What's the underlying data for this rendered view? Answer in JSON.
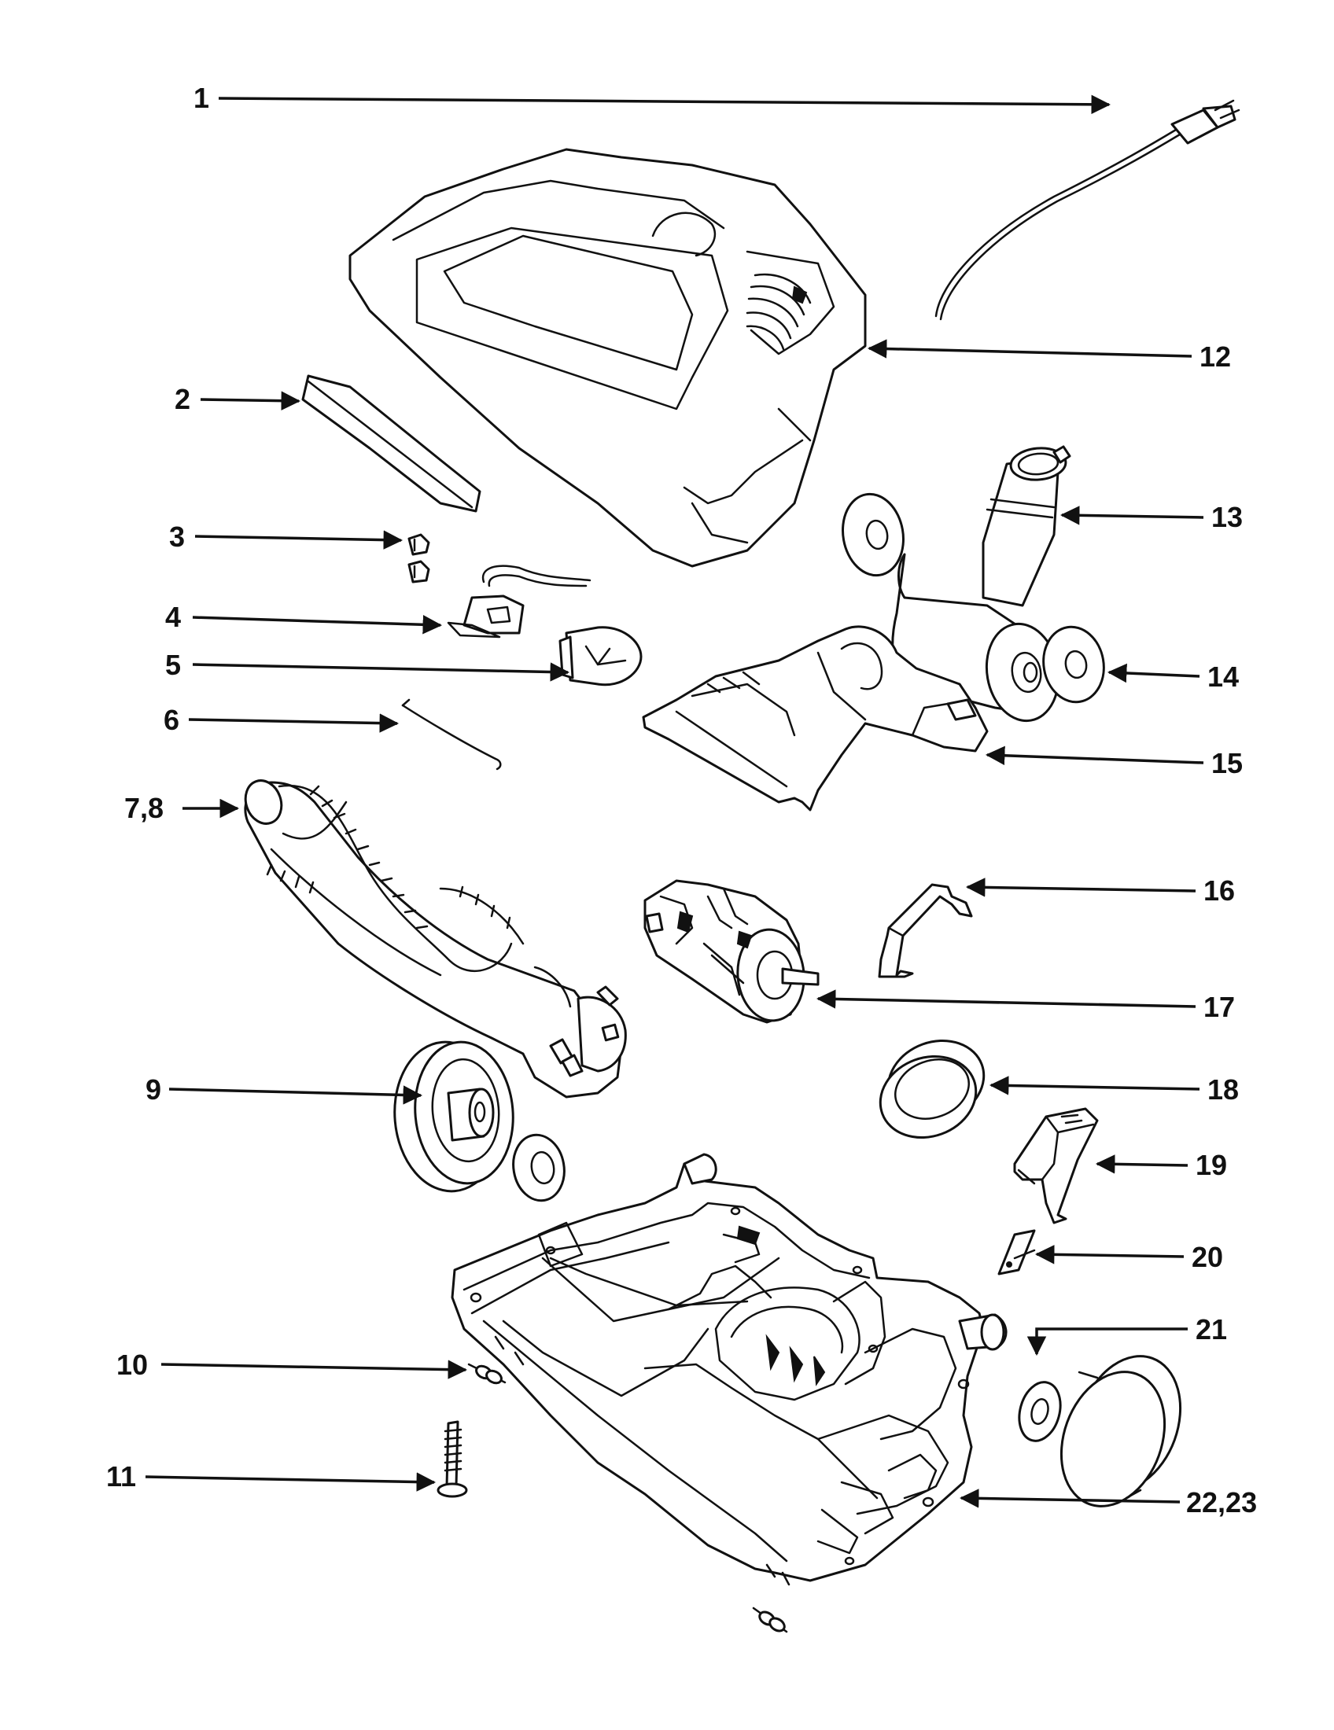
{
  "callouts": {
    "c1": "1",
    "c2": "2",
    "c3": "3",
    "c4": "4",
    "c5": "5",
    "c6": "6",
    "c7_8": "7,8",
    "c9": "9",
    "c10": "10",
    "c11": "11",
    "c12": "12",
    "c13": "13",
    "c14": "14",
    "c15": "15",
    "c16": "16",
    "c17": "17",
    "c18": "18",
    "c19": "19",
    "c20": "20",
    "c21": "21",
    "c22_23": "22,23"
  },
  "colors": {
    "line": "#111111",
    "background": "#ffffff"
  }
}
